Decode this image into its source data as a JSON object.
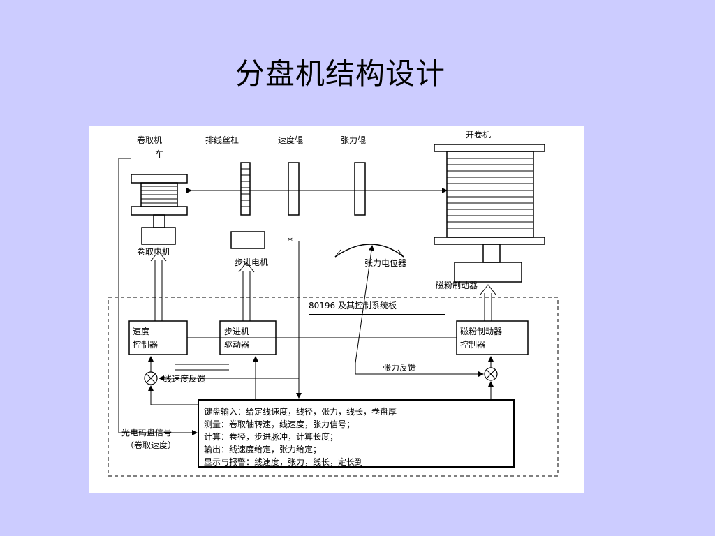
{
  "slide": {
    "title": "分盘机结构设计"
  },
  "diagram": {
    "labels": {
      "winder": "卷取机",
      "winder_cont": "车",
      "traverse_screw": "排线丝杠",
      "speed_roller": "速度辊",
      "tension_roller": "张力辊",
      "unwinder": "开卷机",
      "winder_motor": "卷取电机",
      "stepper_motor": "步进电机",
      "star_mark": "*",
      "tension_pot": "张力电位器",
      "mag_brake": "磁粉制动器",
      "control_board": "80196 及其控制系统板",
      "speed_ctrl_1": "速度",
      "speed_ctrl_2": "控制器",
      "stepper_drv_1": "步进机",
      "stepper_drv_2": "驱动器",
      "brake_ctrl_1": "磁粉制动器",
      "brake_ctrl_2": "控制器",
      "tension_feedback": "张力反馈",
      "line_speed_feedback": "线速度反馈",
      "encoder_signal": "光电码盘信号",
      "winding_speed": "（卷取速度）",
      "info_line_1": "键盘输入：给定线速度，线径，张力，线长，卷盘厚",
      "info_line_2": "测量：卷取轴转速，线速度，张力信号；",
      "info_line_3": "计算：卷径，步进脉冲，计算长度；",
      "info_line_4": "输出：线速度给定，张力给定；",
      "info_line_5": "显示与报警：线速度，张力，线长，定长到"
    }
  }
}
